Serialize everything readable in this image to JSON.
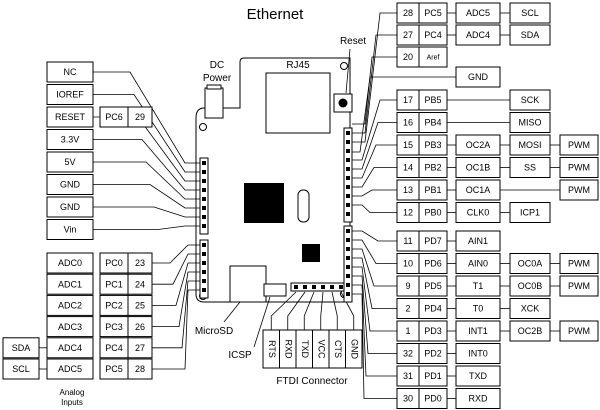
{
  "title": "Ethernet",
  "board_labels": {
    "dc_power_1": "DC",
    "dc_power_2": "Power",
    "rj45": "RJ45",
    "reset": "Reset",
    "microsd": "MicroSD",
    "icsp": "ICSP",
    "ftdi_connector": "FTDI Connector",
    "analog_inputs_1": "Analog",
    "analog_inputs_2": "Inputs"
  },
  "power_header": [
    "NC",
    "IOREF",
    "RESET",
    "3.3V",
    "5V",
    "GND",
    "GND",
    "Vin"
  ],
  "reset_extra": [
    "PC6",
    "29"
  ],
  "analog_header": [
    {
      "name": "ADC0",
      "port": "PC0",
      "pin": "23",
      "extra": ""
    },
    {
      "name": "ADC1",
      "port": "PC1",
      "pin": "24",
      "extra": ""
    },
    {
      "name": "ADC2",
      "port": "PC2",
      "pin": "25",
      "extra": ""
    },
    {
      "name": "ADC3",
      "port": "PC3",
      "pin": "26",
      "extra": ""
    },
    {
      "name": "ADC4",
      "port": "PC4",
      "pin": "27",
      "extra": "SDA"
    },
    {
      "name": "ADC5",
      "port": "PC5",
      "pin": "28",
      "extra": "SCL"
    }
  ],
  "top_right_pins": [
    {
      "pin": "28",
      "port": "PC5",
      "func": "ADC5",
      "alt": "SCL"
    },
    {
      "pin": "27",
      "port": "PC4",
      "func": "ADC4",
      "alt": "SDA"
    },
    {
      "pin": "20",
      "port": "Aref",
      "func": "",
      "alt": ""
    }
  ],
  "gnd_right": "GND",
  "digital_upper": [
    {
      "pin": "17",
      "port": "PB5",
      "f1": "",
      "f2": "SCK",
      "f3": ""
    },
    {
      "pin": "16",
      "port": "PB4",
      "f1": "",
      "f2": "MISO",
      "f3": ""
    },
    {
      "pin": "15",
      "port": "PB3",
      "f1": "OC2A",
      "f2": "MOSI",
      "f3": "PWM"
    },
    {
      "pin": "14",
      "port": "PB2",
      "f1": "OC1B",
      "f2": "SS",
      "f3": "PWM"
    },
    {
      "pin": "13",
      "port": "PB1",
      "f1": "OC1A",
      "f2": "",
      "f3": "PWM"
    },
    {
      "pin": "12",
      "port": "PB0",
      "f1": "CLK0",
      "f2": "ICP1",
      "f3": ""
    }
  ],
  "digital_lower": [
    {
      "pin": "11",
      "port": "PD7",
      "f1": "AIN1",
      "f2": "",
      "f3": ""
    },
    {
      "pin": "10",
      "port": "PD6",
      "f1": "AIN0",
      "f2": "OC0A",
      "f3": "PWM"
    },
    {
      "pin": "9",
      "port": "PD5",
      "f1": "T1",
      "f2": "OC0B",
      "f3": "PWM"
    },
    {
      "pin": "2",
      "port": "PD4",
      "f1": "T0",
      "f2": "XCK",
      "f3": ""
    },
    {
      "pin": "1",
      "port": "PD3",
      "f1": "INT1",
      "f2": "OC2B",
      "f3": "PWM"
    },
    {
      "pin": "32",
      "port": "PD2",
      "f1": "INT0",
      "f2": "",
      "f3": ""
    },
    {
      "pin": "31",
      "port": "PD1",
      "f1": "TXD",
      "f2": "",
      "f3": ""
    },
    {
      "pin": "30",
      "port": "PD0",
      "f1": "RXD",
      "f2": "",
      "f3": ""
    }
  ],
  "ftdi_pins": [
    "RTS",
    "RXD",
    "TXD",
    "VCC",
    "CTS",
    "GND"
  ]
}
